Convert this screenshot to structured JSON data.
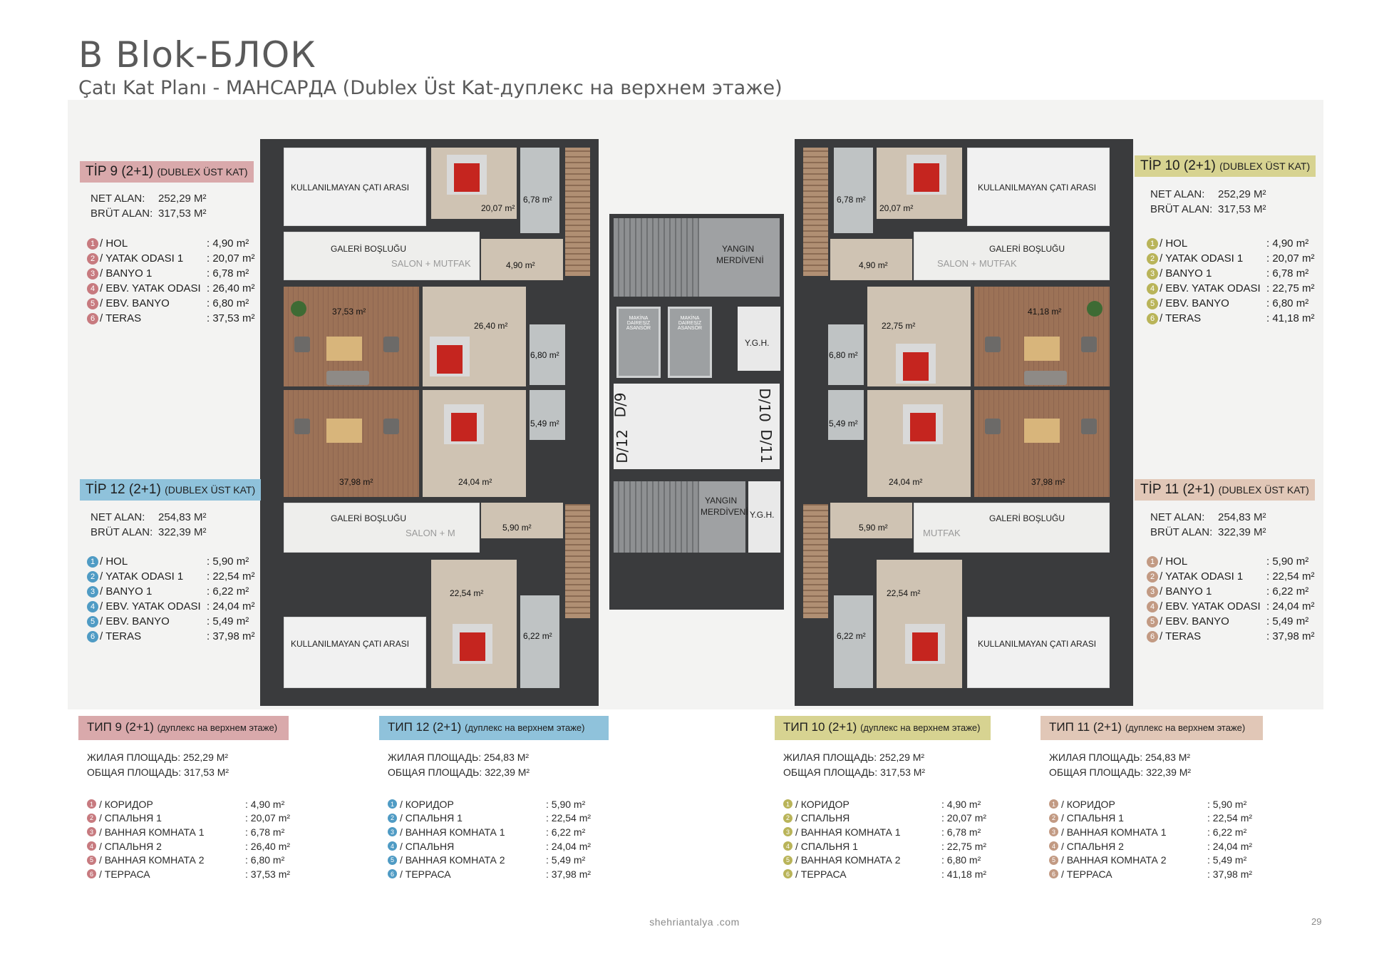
{
  "header": {
    "title": "B Blok-БЛОК",
    "subtitle": "Çatı Kat Planı - МАНСАРДА  (Dublex Üst Kat-дуплекс на верхнем этаже)"
  },
  "colors": {
    "tip9": "#d9a9ab",
    "tip12": "#8fc2db",
    "tip10": "#d7d391",
    "tip11": "#e1c7b7"
  },
  "plan": {
    "attic_label": "KULLANILMAYAN ÇATI ARASI",
    "galeri_label": "GALERİ BOŞLUĞU",
    "salon_label": "SALON + MUTFAK",
    "salon_short": "SALON + M",
    "mutfak_label": "MUTFAK",
    "fire_stairs_1": "YANGIN",
    "fire_stairs_2": "MERDİVENİ",
    "ygh": "Y.G.H.",
    "elevator": "MAKİNA DAİRESİZ ASANSÖR",
    "door_d9": "D/9",
    "door_d10": "D/10",
    "door_d11": "D/11",
    "door_d12": "D/12",
    "areas": {
      "tl_hol": "4,90 m²",
      "tl_bed1": "20,07 m²",
      "tl_bath1": "6,78 m²",
      "tl_bed2": "26,40 m²",
      "tl_bath2": "6,80 m²",
      "tl_terrace": "37,53 m²",
      "bl_hol": "5,90 m²",
      "bl_bed1": "22,54 m²",
      "bl_bath1": "6,22 m²",
      "bl_bed2": "24,04 m²",
      "bl_bath2": "5,49 m²",
      "bl_terrace": "37,98 m²",
      "tr_hol": "4,90 m²",
      "tr_bed1": "20,07 m²",
      "tr_bath1": "6,78 m²",
      "tr_bed2": "22,75 m²",
      "tr_bath2": "6,80 m²",
      "tr_terrace": "41,18 m²",
      "br_hol": "5,90 m²",
      "br_bed1": "22,54 m²",
      "br_bath1": "6,22 m²",
      "br_bed2": "24,04 m²",
      "br_bath2": "5,49 m²",
      "br_terrace": "37,98 m²"
    }
  },
  "tr_blocks": [
    {
      "id": "tip9",
      "tag": "TİP 9 (2+1)",
      "tag_small": "(DUBLEX ÜST KAT)",
      "net_label": "NET ALAN:",
      "net": "252,29 M²",
      "gross_label": "BRÜT ALAN:",
      "gross": "317,53 M²",
      "rooms": [
        {
          "n": "1",
          "name": "/ HOL",
          "val": ": 4,90 m²"
        },
        {
          "n": "2",
          "name": "/ YATAK ODASI 1",
          "val": ": 20,07 m²"
        },
        {
          "n": "3",
          "name": "/ BANYO 1",
          "val": ": 6,78 m²"
        },
        {
          "n": "4",
          "name": "/ EBV. YATAK ODASI",
          "val": ": 26,40 m²"
        },
        {
          "n": "5",
          "name": "/ EBV. BANYO",
          "val": ": 6,80 m²"
        },
        {
          "n": "6",
          "name": "/ TERAS",
          "val": ": 37,53 m²"
        }
      ]
    },
    {
      "id": "tip12",
      "tag": "TİP 12 (2+1)",
      "tag_small": "(DUBLEX ÜST KAT)",
      "net_label": "NET ALAN:",
      "net": "254,83 M²",
      "gross_label": "BRÜT ALAN:",
      "gross": "322,39 M²",
      "rooms": [
        {
          "n": "1",
          "name": "/ HOL",
          "val": ": 5,90 m²"
        },
        {
          "n": "2",
          "name": "/ YATAK ODASI 1",
          "val": ": 22,54 m²"
        },
        {
          "n": "3",
          "name": "/ BANYO 1",
          "val": ": 6,22 m²"
        },
        {
          "n": "4",
          "name": "/ EBV. YATAK ODASI",
          "val": ": 24,04 m²"
        },
        {
          "n": "5",
          "name": "/ EBV. BANYO",
          "val": ": 5,49 m²"
        },
        {
          "n": "6",
          "name": "/ TERAS",
          "val": ": 37,98 m²"
        }
      ]
    },
    {
      "id": "tip10",
      "tag": "TİP 10 (2+1)",
      "tag_small": "(DUBLEX  ÜST KAT)",
      "net_label": "NET ALAN:",
      "net": "252,29 M²",
      "gross_label": "BRÜT ALAN:",
      "gross": "317,53 M²",
      "rooms": [
        {
          "n": "1",
          "name": "/ HOL",
          "val": ": 4,90 m²"
        },
        {
          "n": "2",
          "name": "/ YATAK ODASI 1",
          "val": ": 20,07 m²"
        },
        {
          "n": "3",
          "name": "/ BANYO 1",
          "val": ": 6,78 m²"
        },
        {
          "n": "4",
          "name": "/ EBV. YATAK ODASI",
          "val": ": 22,75 m²"
        },
        {
          "n": "5",
          "name": "/ EBV. BANYO",
          "val": ": 6,80 m²"
        },
        {
          "n": "6",
          "name": "/ TERAS",
          "val": ": 41,18 m²"
        }
      ]
    },
    {
      "id": "tip11",
      "tag": "TİP 11 (2+1)",
      "tag_small": "(DUBLEX ÜST KAT)",
      "net_label": "NET ALAN:",
      "net": "254,83 M²",
      "gross_label": "BRÜT ALAN:",
      "gross": "322,39 M²",
      "rooms": [
        {
          "n": "1",
          "name": "/ HOL",
          "val": ": 5,90 m²"
        },
        {
          "n": "2",
          "name": "/ YATAK ODASI 1",
          "val": ": 22,54 m²"
        },
        {
          "n": "3",
          "name": "/ BANYO 1",
          "val": ": 6,22 m²"
        },
        {
          "n": "4",
          "name": "/ EBV. YATAK ODASI",
          "val": ": 24,04 m²"
        },
        {
          "n": "5",
          "name": "/ EBV. BANYO",
          "val": ": 5,49 m²"
        },
        {
          "n": "6",
          "name": "/ TERAS",
          "val": ": 37,98 m²"
        }
      ]
    }
  ],
  "ru_blocks": [
    {
      "id": "tip9",
      "tag": "ТИП 9 (2+1)",
      "tag_small": "(дуплекс на верхнем этаже)",
      "net_label": "ЖИЛАЯ ПЛОЩАДЬ:",
      "net": "252,29 M²",
      "gross_label": "ОБЩАЯ ПЛОЩАДЬ:",
      "gross": "317,53 M²",
      "rooms": [
        {
          "n": "1",
          "name": "/ КОРИДОР",
          "val": ": 4,90 m²"
        },
        {
          "n": "2",
          "name": "/ СПАЛЬНЯ 1",
          "val": ": 20,07 m²"
        },
        {
          "n": "3",
          "name": "/ ВАННАЯ КОМНАТА 1",
          "val": ": 6,78 m²"
        },
        {
          "n": "4",
          "name": "/ СПАЛЬНЯ 2",
          "val": ": 26,40 m²"
        },
        {
          "n": "5",
          "name": "/ ВАННАЯ КОМНАТА 2",
          "val": ": 6,80 m²"
        },
        {
          "n": "6",
          "name": "/ ТЕРРАСА",
          "val": ": 37,53 m²"
        }
      ]
    },
    {
      "id": "tip12",
      "tag": "ТИП 12 (2+1)",
      "tag_small": "(дуплекс на верхнем этаже)",
      "net_label": "ЖИЛАЯ ПЛОЩАДЬ:",
      "net": "254,83 M²",
      "gross_label": "ОБЩАЯ ПЛОЩАДЬ:",
      "gross": "322,39 M²",
      "rooms": [
        {
          "n": "1",
          "name": "/ КОРИДОР",
          "val": ": 5,90 m²"
        },
        {
          "n": "2",
          "name": "/ СПАЛЬНЯ 1",
          "val": ": 22,54 m²"
        },
        {
          "n": "3",
          "name": "/ ВАННАЯ КОМНАТА 1",
          "val": ": 6,22 m²"
        },
        {
          "n": "4",
          "name": "/ СПАЛЬНЯ",
          "val": ": 24,04 m²"
        },
        {
          "n": "5",
          "name": "/ ВАННАЯ КОМНАТА 2",
          "val": ": 5,49 m²"
        },
        {
          "n": "6",
          "name": "/ ТЕРРАСА",
          "val": ": 37,98 m²"
        }
      ]
    },
    {
      "id": "tip10",
      "tag": "ТИП 10 (2+1)",
      "tag_small": "(дуплекс на верхнем этаже)",
      "net_label": "ЖИЛАЯ ПЛОЩАДЬ:",
      "net": "252,29 M²",
      "gross_label": "ОБЩАЯ ПЛОЩАДЬ:",
      "gross": "317,53 M²",
      "rooms": [
        {
          "n": "1",
          "name": "/ КОРИДОР",
          "val": ": 4,90 m²"
        },
        {
          "n": "2",
          "name": "/ СПАЛЬНЯ",
          "val": ": 20,07 m²"
        },
        {
          "n": "3",
          "name": "/ ВАННАЯ КОМНАТА 1",
          "val": ": 6,78 m²"
        },
        {
          "n": "4",
          "name": "/ СПАЛЬНЯ 1",
          "val": ": 22,75 m²"
        },
        {
          "n": "5",
          "name": "/ ВАННАЯ КОМНАТА 2",
          "val": ": 6,80 m²"
        },
        {
          "n": "6",
          "name": "/ ТЕРРАСА",
          "val": ": 41,18 m²"
        }
      ]
    },
    {
      "id": "tip11",
      "tag": "ТИП 11 (2+1)",
      "tag_small": "(дуплекс на верхнем этаже)",
      "net_label": "ЖИЛАЯ ПЛОЩАДЬ:",
      "net": "254,83 M²",
      "gross_label": "ОБЩАЯ ПЛОЩАДЬ:",
      "gross": "322,39 M²",
      "rooms": [
        {
          "n": "1",
          "name": "/ КОРИДОР",
          "val": ": 5,90 m²"
        },
        {
          "n": "2",
          "name": "/ СПАЛЬНЯ 1",
          "val": ": 22,54 m²"
        },
        {
          "n": "3",
          "name": "/ ВАННАЯ КОМНАТА 1",
          "val": ": 6,22 m²"
        },
        {
          "n": "4",
          "name": "/ СПАЛЬНЯ 2",
          "val": ": 24,04 m²"
        },
        {
          "n": "5",
          "name": "/ ВАННАЯ КОМНАТА 2",
          "val": ": 5,49 m²"
        },
        {
          "n": "6",
          "name": "/ ТЕРРАСА",
          "val": ": 37,98 m²"
        }
      ]
    }
  ],
  "footer": {
    "site": "shehriantalya .com",
    "page": "29"
  }
}
